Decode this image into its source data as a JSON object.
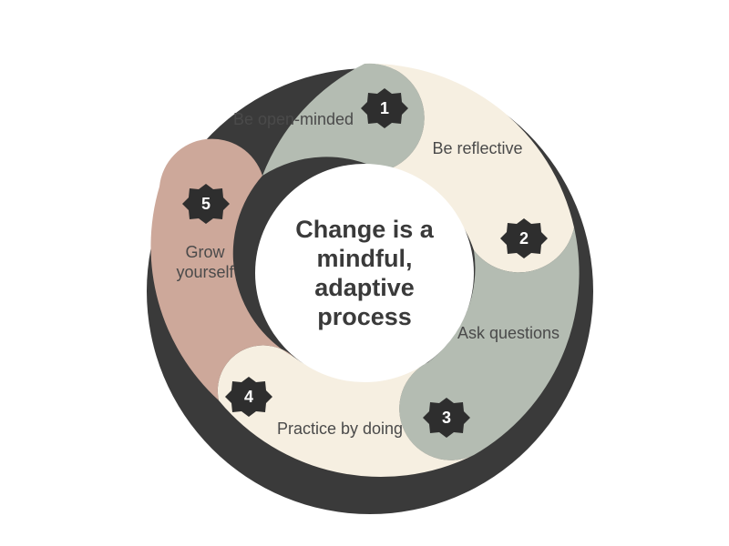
{
  "diagram": {
    "center_text": "Change is a mindful, adaptive process",
    "colors": {
      "segment_1": "#b4bcb2",
      "segment_2": "#f6efe1",
      "segment_3": "#b4bcb2",
      "segment_4": "#f6efe1",
      "segment_5": "#cda89a",
      "badge": "#2e2e2e",
      "shadow": "#3a3a3a"
    },
    "steps": [
      {
        "number": "1",
        "label": "Be open-minded"
      },
      {
        "number": "2",
        "label": "Be reflective"
      },
      {
        "number": "3",
        "label": "Ask questions"
      },
      {
        "number": "4",
        "label": "Practice by doing"
      },
      {
        "number": "5",
        "label": "Grow yourself"
      }
    ]
  }
}
